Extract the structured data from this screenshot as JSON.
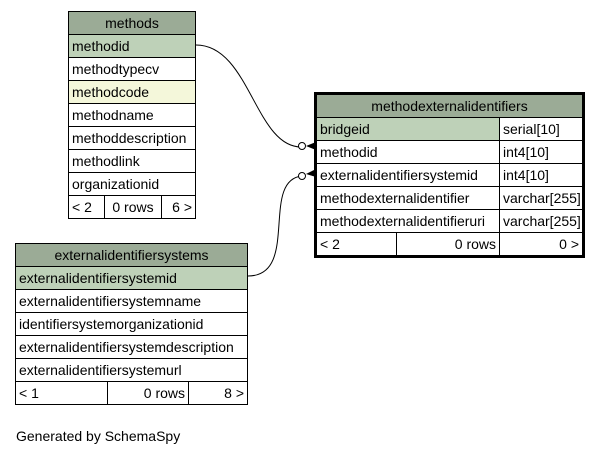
{
  "methods": {
    "title": "methods",
    "columns": [
      "methodid",
      "methodtypecv",
      "methodcode",
      "methodname",
      "methoddescription",
      "methodlink",
      "organizationid"
    ],
    "footer": {
      "left": "< 2",
      "mid": "0 rows",
      "right": "6 >"
    }
  },
  "methodexternalidentifiers": {
    "title": "methodexternalidentifiers",
    "columns": [
      {
        "name": "bridgeid",
        "type": "serial[10]"
      },
      {
        "name": "methodid",
        "type": "int4[10]"
      },
      {
        "name": "externalidentifiersystemid",
        "type": "int4[10]"
      },
      {
        "name": "methodexternalidentifier",
        "type": "varchar[255]"
      },
      {
        "name": "methodexternalidentifieruri",
        "type": "varchar[255]"
      }
    ],
    "footer": {
      "left": "< 2",
      "mid": "0 rows",
      "right": "0 >"
    }
  },
  "externalidentifiersystems": {
    "title": "externalidentifiersystems",
    "columns": [
      "externalidentifiersystemid",
      "externalidentifiersystemname",
      "identifiersystemorganizationid",
      "externalidentifiersystemdescription",
      "externalidentifiersystemurl"
    ],
    "footer": {
      "left": "< 1",
      "mid": "0 rows",
      "right": "8 >"
    }
  },
  "generated_by": "Generated by SchemaSpy",
  "colors": {
    "header": "#9bab96",
    "primary_key": "#bed1b8",
    "indexed": "#f4f7da"
  }
}
